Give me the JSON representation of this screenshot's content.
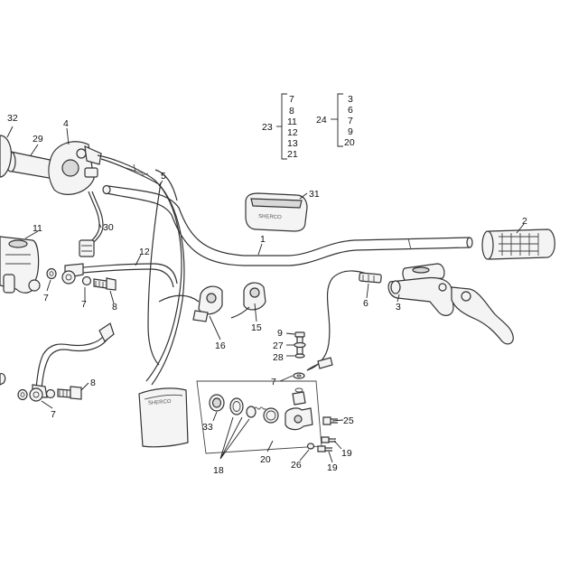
{
  "labels": {
    "c1": "1",
    "c2": "2",
    "c3": "3",
    "c4": "4",
    "c5": "5",
    "c6": "6",
    "c7a": "7",
    "c7b": "7",
    "c7c": "7",
    "c7d": "7",
    "c8a": "8",
    "c8b": "8",
    "c9": "9",
    "c11": "11",
    "c12": "12",
    "c15": "15",
    "c16": "16",
    "c18": "18",
    "c19a": "19",
    "c19b": "19",
    "c20": "20",
    "c25": "25",
    "c26": "26",
    "c27": "27",
    "c28": "28",
    "c29": "29",
    "c30": "30",
    "c31": "31",
    "c32": "32",
    "c33": "33"
  },
  "group23": {
    "id": "23",
    "items": [
      "7",
      "8",
      "11",
      "12",
      "13",
      "21"
    ]
  },
  "group24": {
    "id": "24",
    "items": [
      "3",
      "6",
      "7",
      "9",
      "20"
    ]
  },
  "branding": {
    "pad_logo": "SHERCO",
    "bag_logo": "SHERCO"
  }
}
